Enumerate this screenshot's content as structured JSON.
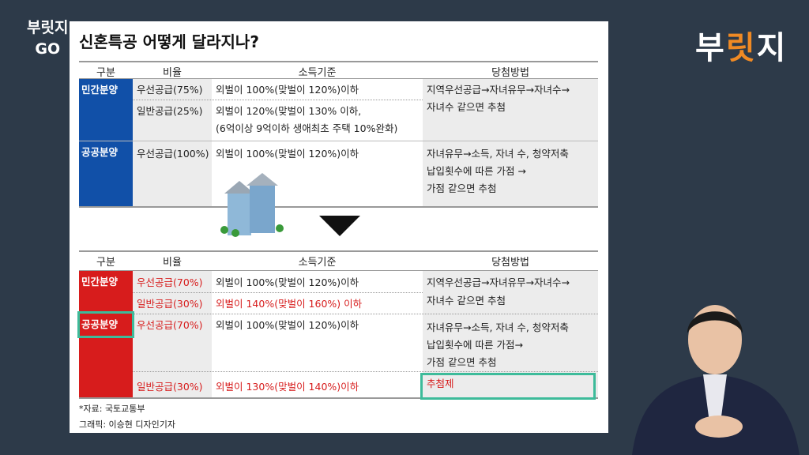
{
  "channel": {
    "line1": "부릿지",
    "line2": "GO"
  },
  "logo": {
    "part1": "부",
    "part2": "릿",
    "part3": "지"
  },
  "slide": {
    "title": "신혼특공 어떻게 달라지나?",
    "headers": [
      "구분",
      "비율",
      "소득기준",
      "당첨방법"
    ],
    "before": {
      "cat1": "민간분양",
      "cat2": "공공분양",
      "r1": {
        "ratio": "우선공급(75%)",
        "income": "외벌이 100%(맞벌이 120%)이하"
      },
      "r2": {
        "ratio": "일반공급(25%)",
        "income1": "외벌이 120%(맞벌이 130% 이하,",
        "income2": "(6억이상 9억이하 생애최초 주택 10%완화)"
      },
      "m1a": "지역우선공급→자녀유무→자녀수→",
      "m1b": "자녀수 같으면 추첨",
      "r3": {
        "ratio": "우선공급(100%)",
        "income": "외벌이 100%(맞벌이 120%)이하"
      },
      "m3a": "자녀유무→소득, 자녀 수, 청약저축",
      "m3b": "납입횟수에 따른 가점 →",
      "m3c": "가점 같으면 추첨"
    },
    "after": {
      "cat1": "민간분양",
      "cat2": "공공분양",
      "r1": {
        "ratio": "우선공급(70%)",
        "income": "외벌이 100%(맞벌이 120%)이하"
      },
      "r2": {
        "ratio": "일반공급(30%)",
        "income": "외벌이 140%(맞벌이 160%) 이하"
      },
      "m1a": "지역우선공급→자녀유무→자녀수→",
      "m1b": "자녀수 같으면 추첨",
      "r3": {
        "ratio": "우선공급(70%)",
        "income": "외벌이 100%(맞벌이 120%)이하"
      },
      "m3a": "자녀유무→소득, 자녀 수, 청약저축",
      "m3b": "납입횟수에 따른 가점→",
      "m3c": "가점 같으면 추첨",
      "r4": {
        "ratio": "일반공급(30%)",
        "income": "외벌이 130%(맞벌이 140%)이하",
        "method": "추첨제"
      }
    },
    "source": "*자료: 국토교통부",
    "credit": "그래픽: 이승현 디자인기자"
  },
  "colors": {
    "blue": "#1150a8",
    "red": "#d71c1c",
    "highlight": "#3dbb9a",
    "accent": "#f08a24"
  }
}
